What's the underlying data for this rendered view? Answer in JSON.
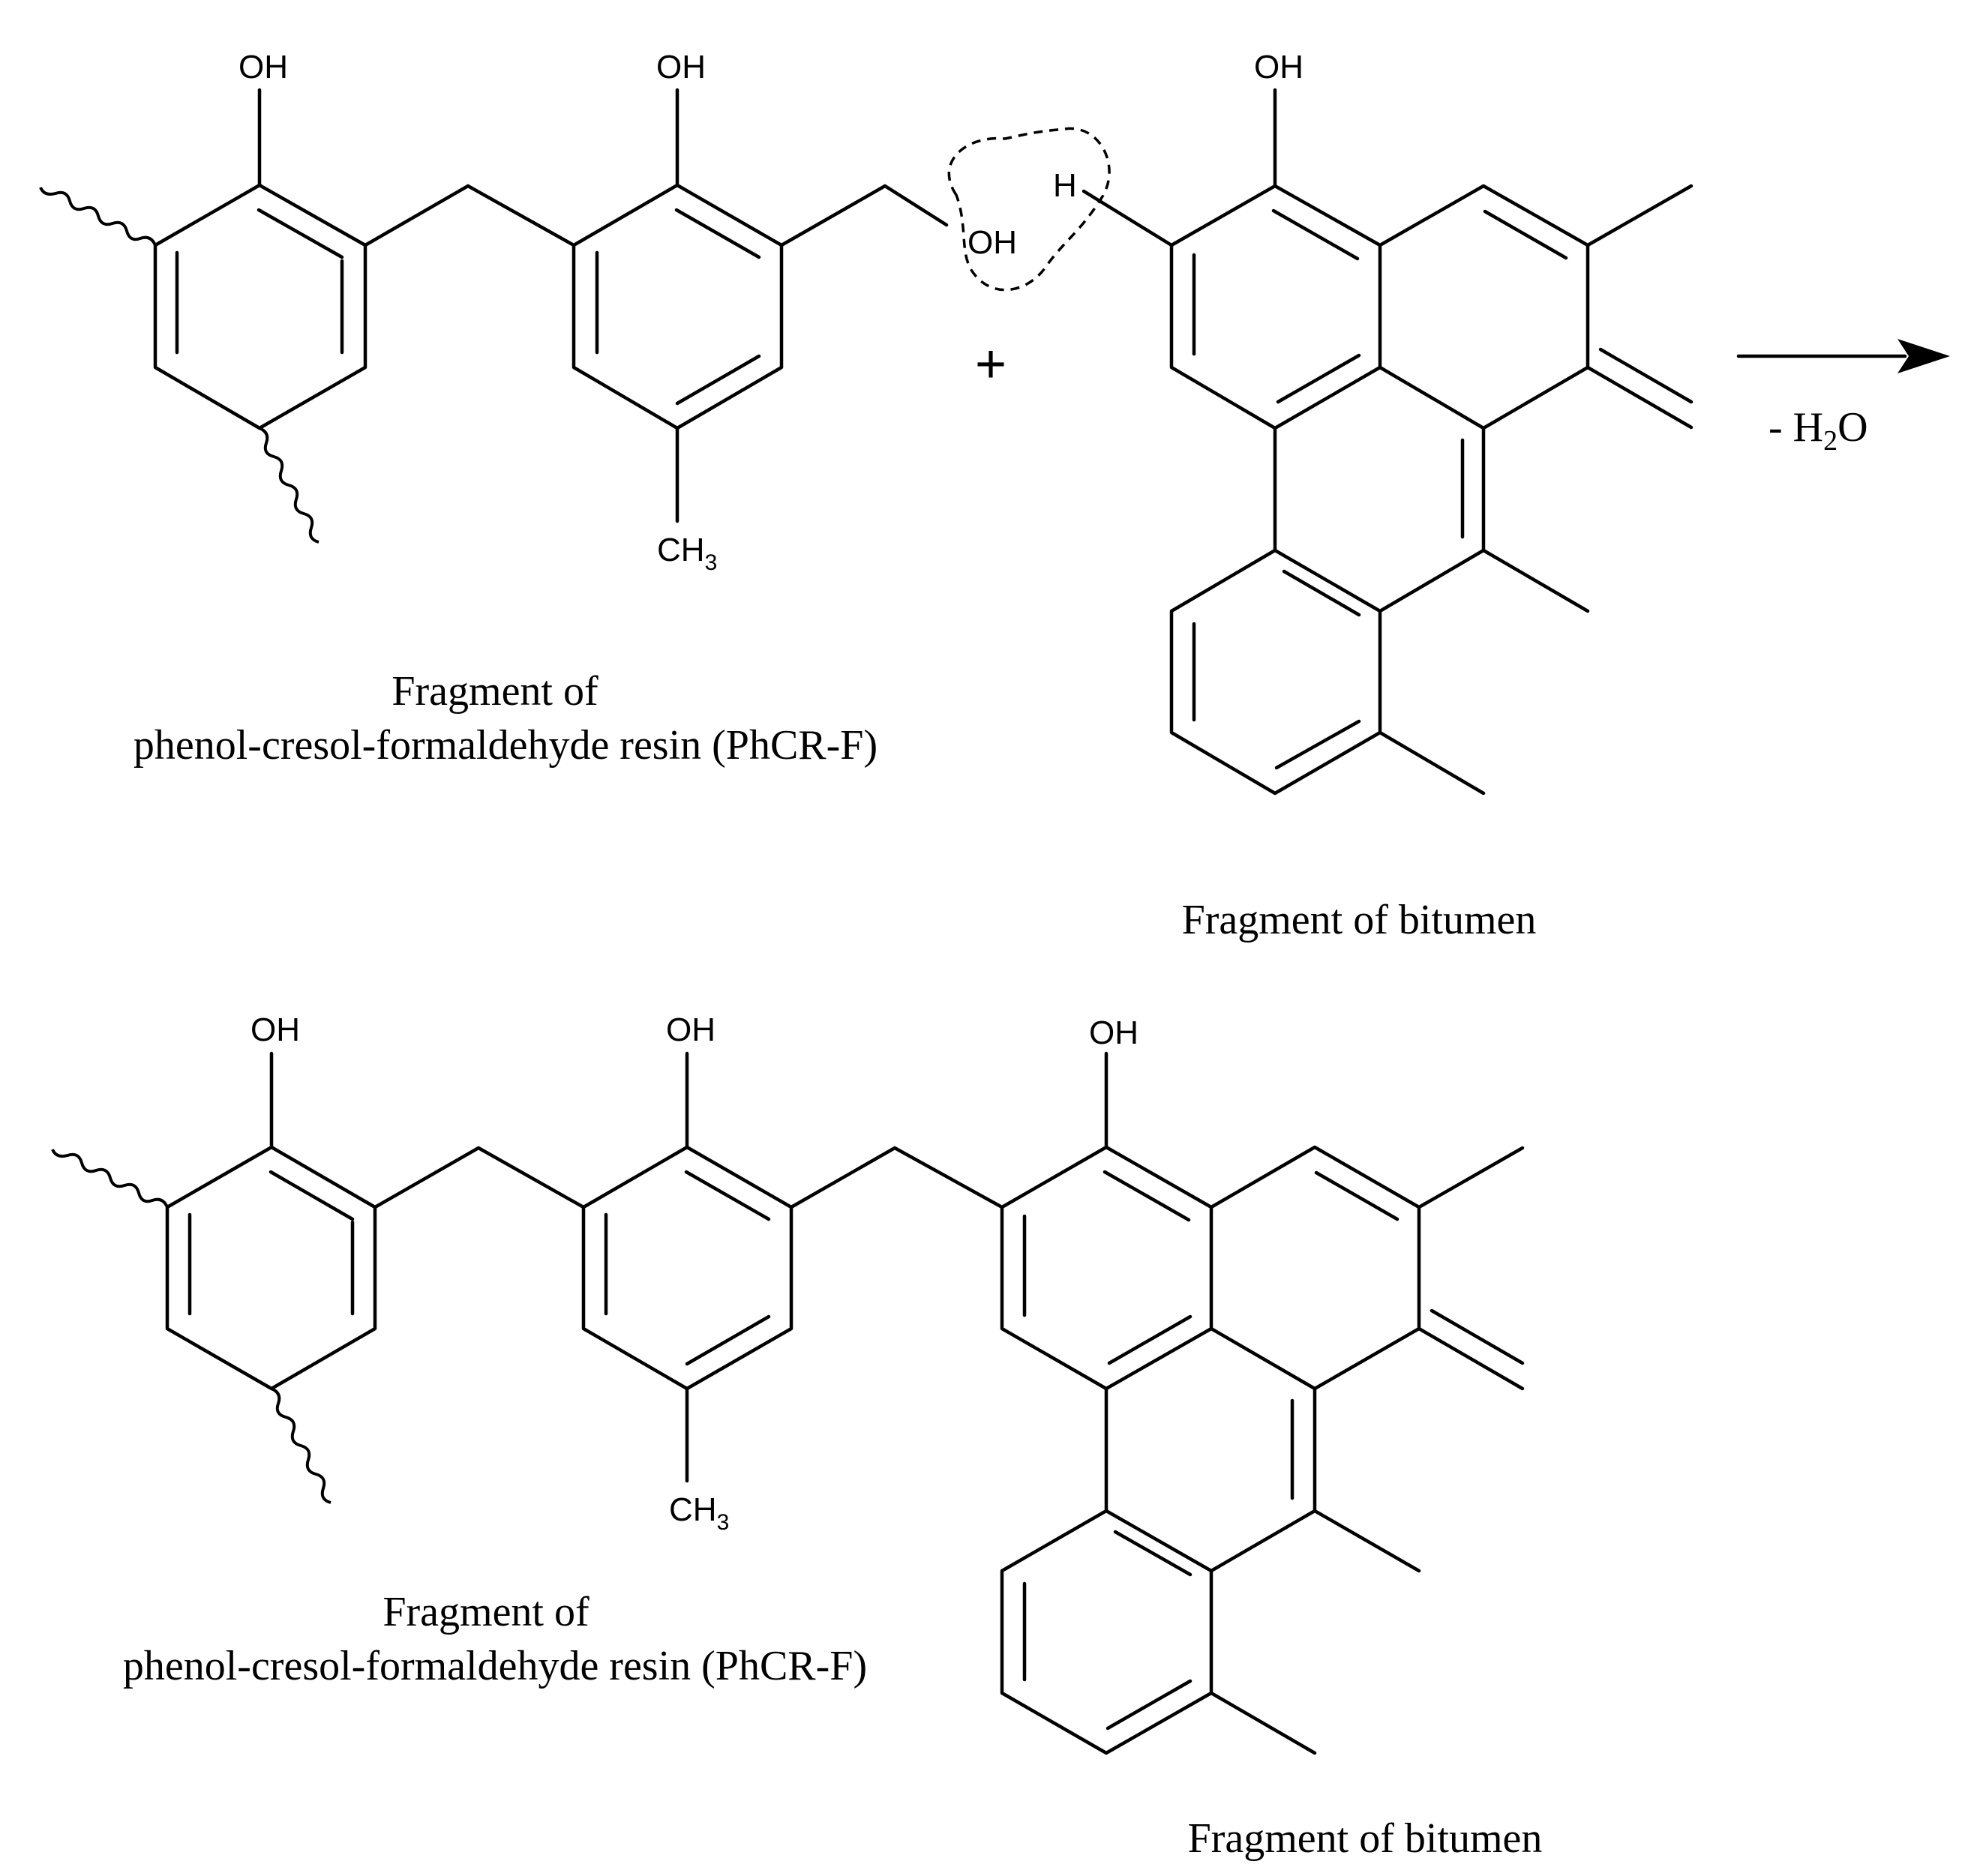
{
  "reactants": {
    "resin_caption_line1": "Fragment of",
    "resin_caption_line2": "phenol-cresol-formaldehyde resin (PhCR-F)",
    "bitumen_caption": "Fragment of bitumen",
    "oh_labels": [
      "OH",
      "OH",
      "OH"
    ],
    "ch3_main": "CH",
    "ch3_sub": "3",
    "reactive_oh": "OH",
    "reactive_h": "H",
    "plus_sign": "+"
  },
  "reaction": {
    "byproduct_prefix": "- H",
    "byproduct_sub": "2",
    "byproduct_suffix": "O"
  },
  "product": {
    "resin_caption_line1": "Fragment of",
    "resin_caption_line2": "phenol-cresol-formaldehyde resin (PhCR-F)",
    "bitumen_caption": "Fragment of bitumen",
    "oh_labels": [
      "OH",
      "OH",
      "OH"
    ],
    "ch3_main": "CH",
    "ch3_sub": "3"
  }
}
